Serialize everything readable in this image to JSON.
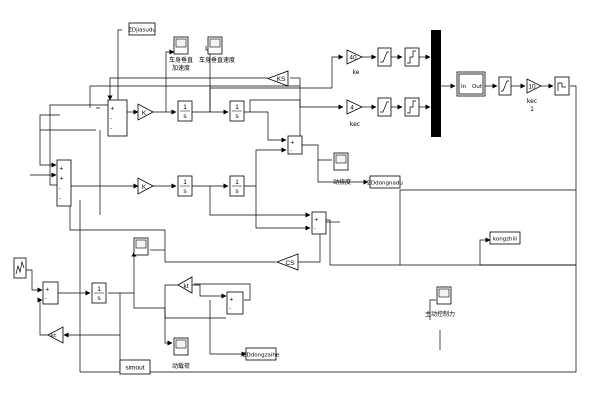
{
  "blocks": {
    "zd_jiasudu": "ZDjiasudu",
    "scope_1_label_line1": "车身垂直",
    "scope_1_label_line2": "加速度",
    "scope_2_label": "车身垂直速度",
    "gain_ke_value": "40",
    "gain_ke_label": "ke",
    "gain_kec_value": "4",
    "gain_kec_label": "kec",
    "gain_k": "K",
    "gain_ks": "KS",
    "gain_cs": "CS",
    "gain_kt": "kt",
    "integrator_num": "1",
    "integrator_den": "s",
    "fuzzy_in": "In",
    "fuzzy_out": "Out",
    "gain_out_value": "10",
    "gain_out_label_line1": "kec",
    "gain_out_label_line2": "1",
    "scope_dongnaodu_label": "动挠度",
    "zd_dongnaodu": "ZDdongnadu",
    "zd_kongzhili": "kongzhili",
    "scope_kongzhili_label": "主动控制力",
    "simout": "simout",
    "scope_dongzaihe_label": "动载荷",
    "zd_dongzaihe": "ZDdongzaihe"
  }
}
